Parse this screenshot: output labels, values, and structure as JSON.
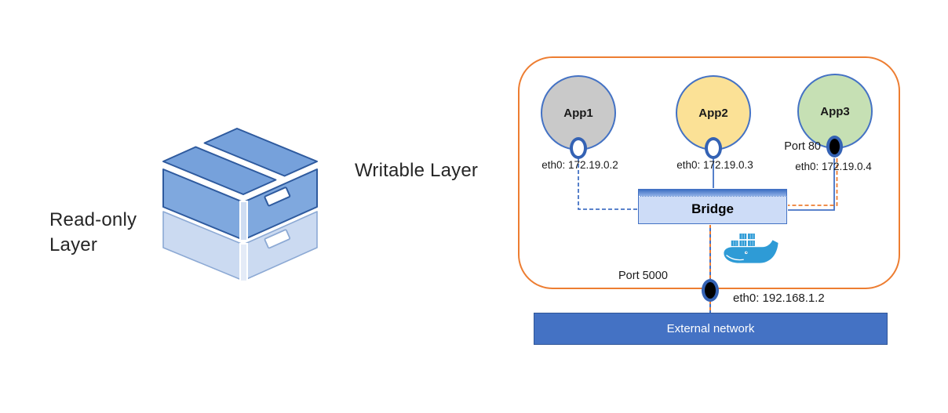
{
  "illustration": {
    "writable_label": "Writable Layer",
    "readonly_label": "Read-only Layer"
  },
  "network": {
    "apps": [
      {
        "name": "App1",
        "eth": "eth0: 172.19.0.2",
        "fill": "#C9C9C9"
      },
      {
        "name": "App2",
        "eth": "eth0: 172.19.0.3",
        "fill": "#FBE196"
      },
      {
        "name": "App3",
        "eth": "eth0: 172.19.0.4",
        "fill": "#C6E0B4",
        "port_label": "Port 80"
      }
    ],
    "bridge_label": "Bridge",
    "host_port_label": "Port 5000",
    "host_eth": "eth0: 192.168.1.2",
    "external_label": "External network"
  },
  "colors": {
    "host_boundary_border": "#ED7D31",
    "link_blue": "#4472C4",
    "port_ring_blue": "#3462B4",
    "bridge_fill": "#CDDCF7",
    "external_fill": "#4472C4",
    "docker_blue": "#2E9BD6",
    "writable_layer_blue": "#7FA8DE",
    "readonly_layer_blue": "#CBDAF1"
  }
}
